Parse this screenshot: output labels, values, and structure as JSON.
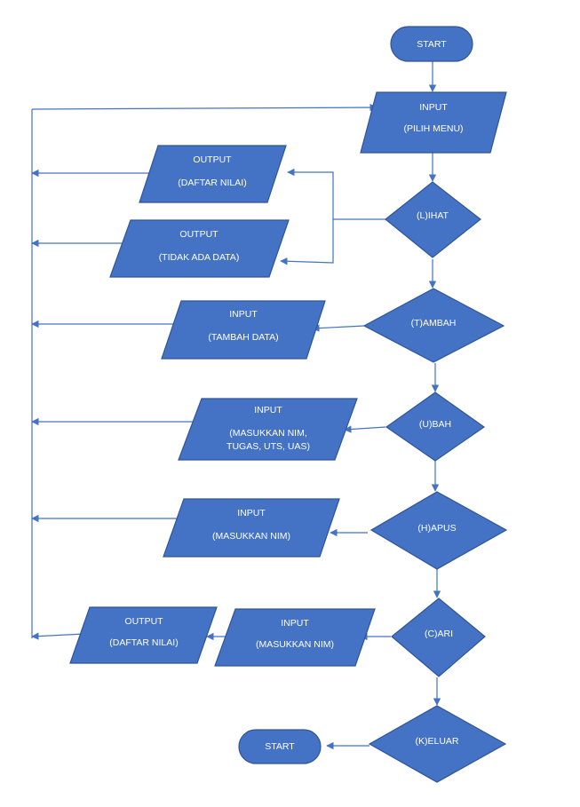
{
  "colors": {
    "shape_fill": "#4472C4",
    "shape_stroke": "#2F5597",
    "connector": "#4472C4",
    "text": "#FFFFFF"
  },
  "nodes": {
    "start_top": "START",
    "menu_input": [
      "INPUT",
      "(PILIH MENU)"
    ],
    "lihat": "(L)IHAT",
    "out_daftar_nilai": [
      "OUTPUT",
      "(DAFTAR NILAI)"
    ],
    "out_tidak_ada_data": [
      "OUTPUT",
      "(TIDAK ADA DATA)"
    ],
    "tambah": "(T)AMBAH",
    "in_tambah_data": [
      "INPUT",
      "(TAMBAH DATA)"
    ],
    "ubah": "(U)BAH",
    "in_ubah": [
      "INPUT",
      "(MASUKKAN NIM,",
      "TUGAS, UTS, UAS)"
    ],
    "hapus": "(H)APUS",
    "in_hapus": [
      "INPUT",
      "(MASUKKAN NIM)"
    ],
    "cari": "(C)ARI",
    "in_cari": [
      "INPUT",
      "(MASUKKAN NIM)"
    ],
    "out_cari": [
      "OUTPUT",
      "(DAFTAR NILAI)"
    ],
    "keluar": "(K)ELUAR",
    "start_bottom": "START"
  }
}
